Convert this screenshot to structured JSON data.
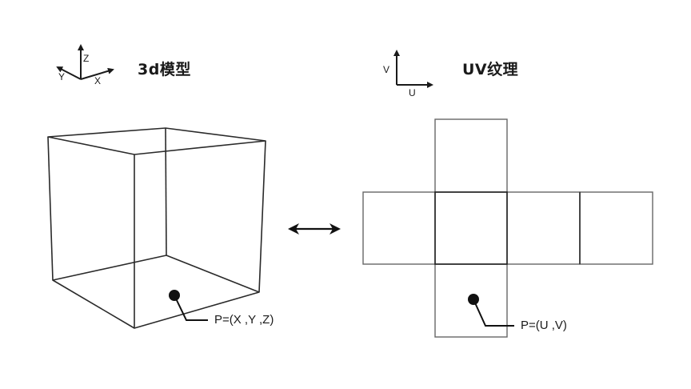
{
  "left_panel": {
    "title": "3d模型",
    "axes": {
      "x": "X",
      "y": "Y",
      "z": "Z"
    },
    "point_label": "P=(X ,Y ,Z)"
  },
  "right_panel": {
    "title": "UV纹理",
    "axes": {
      "u": "U",
      "v": "V"
    },
    "point_label": "P=(U ,V)"
  },
  "connector": {
    "icon": "double-arrow-icon"
  },
  "colors": {
    "line": "#2a2a2a",
    "net_line": "#555555",
    "background": "#ffffff"
  }
}
